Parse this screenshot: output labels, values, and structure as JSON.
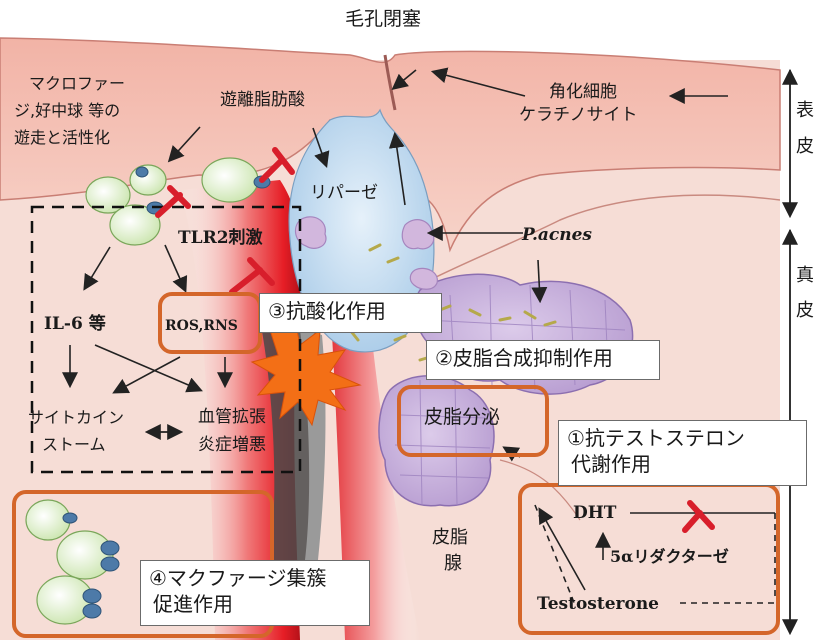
{
  "labels": {
    "pore_closure": "毛孔閉塞",
    "keratinocyte_line1": "角化細胞",
    "keratinocyte_line2": "ケラチノサイト",
    "macrophage_line1": "マクロファー",
    "macrophage_line2": "ジ,好中球 等の",
    "macrophage_line3": "遊走と活性化",
    "free_fatty_acid": "遊離脂肪酸",
    "lipase": "リパーゼ",
    "tlr2": "TLR2刺激",
    "pacnes": "P.acnes",
    "il6": "IL-6 等",
    "ros": "ROS,RNS",
    "cytokine_line1": "サイトカイン",
    "cytokine_line2": "ストーム",
    "vascular_line1": "血管拡張",
    "vascular_line2": "炎症増悪",
    "sebum_secretion": "皮脂分泌",
    "sebaceous_line1": "皮脂",
    "sebaceous_line2": "腺",
    "dht": "DHT",
    "reductase": "5αリダクターゼ",
    "testosterone": "Testosterone",
    "epidermis_line1": "表",
    "epidermis_line2": "皮",
    "dermis_line1": "真",
    "dermis_line2": "皮"
  },
  "callouts": {
    "antioxidant": "③抗酸化作用",
    "sebum_inhibit": "②皮脂合成抑制作用",
    "anti_testosterone_line1": "①抗テストステロン",
    "anti_testosterone_line2": "代謝作用",
    "macrophage_line1": "④マクファージ集簇",
    "macrophage_line2": "促進作用"
  },
  "colors": {
    "skin": "#f2c9bf",
    "epidermis": "#f6c4b6",
    "pore_blue": "#cfe3f3",
    "sebaceous": "#c7b2da",
    "inflammation_red": "#e8242b",
    "accent_orange": "#d4662a",
    "inhibit_red": "#d81e2b",
    "flame_orange": "#f36f16"
  }
}
